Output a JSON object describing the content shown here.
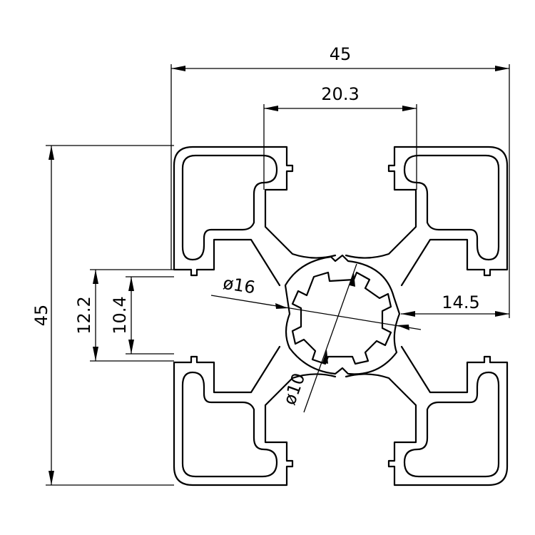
{
  "dimensions": {
    "overall_width": "45",
    "slot_spacing": "20.3",
    "overall_height": "45",
    "slot_outer_width": "12.2",
    "slot_inner_width": "10.4",
    "hole_diameter_large": "ø16",
    "hole_diameter_small": "ø10",
    "slot_depth": "14.5"
  },
  "colors": {
    "line": "#000000",
    "background": "#ffffff"
  }
}
